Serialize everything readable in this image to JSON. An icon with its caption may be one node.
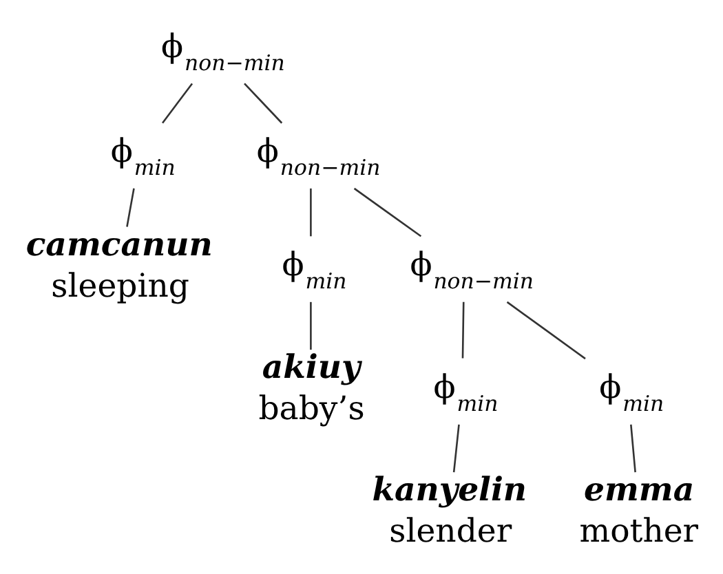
{
  "diagram": {
    "nodes": [
      {
        "text": [
          "ϕ$_{non−min}$"
        ]
      },
      {
        "text": [
          "ϕ$_{min}$"
        ]
      },
      {
        "text": [
          "camcanun",
          "sleeping"
        ]
      },
      {
        "text": [
          "ϕ$_{non−min}$"
        ]
      },
      {
        "text": [
          "ϕ$_{min}$"
        ]
      },
      {
        "text": [
          "akiuy",
          "baby’s"
        ]
      },
      {
        "text": [
          "ϕ$_{non−min}$"
        ]
      },
      {
        "text": [
          "ϕ$_{min}$"
        ]
      },
      {
        "text": [
          "kanyelin",
          "slender"
        ]
      },
      {
        "text": [
          "ϕ$_{min}$"
        ]
      },
      {
        "text": [
          "emma",
          "mother"
        ]
      }
    ],
    "edges": [
      {
        "from": 0,
        "to": 1,
        "arrow": "none"
      },
      {
        "from": 0,
        "to": 3,
        "arrow": "none"
      },
      {
        "from": 1,
        "to": 2,
        "arrow": "none"
      },
      {
        "from": 3,
        "to": 4,
        "arrow": "none"
      },
      {
        "from": 3,
        "to": 6,
        "arrow": "none"
      },
      {
        "from": 4,
        "to": 5,
        "arrow": "none"
      },
      {
        "from": 6,
        "to": 7,
        "arrow": "none"
      },
      {
        "from": 6,
        "to": 9,
        "arrow": "none"
      },
      {
        "from": 7,
        "to": 8,
        "arrow": "none"
      },
      {
        "from": 9,
        "to": 10,
        "arrow": "none"
      }
    ]
  }
}
